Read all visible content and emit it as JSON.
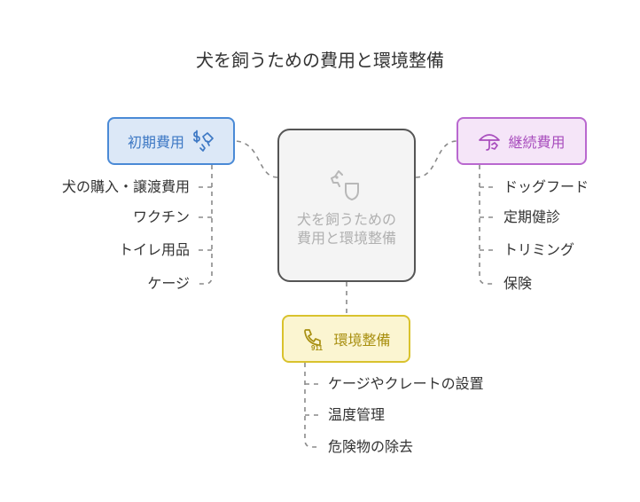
{
  "title": "犬を飼うための費用と環境整備",
  "center": {
    "label": "犬を飼うための費用と環境整備",
    "icon": "dog-icon"
  },
  "branches": {
    "initial_cost": {
      "label": "初期費用",
      "icon": "money-hand-icon",
      "color": "#4a8ad6",
      "items": [
        "犬の購入・譲渡費用",
        "ワクチン",
        "トイレ用品",
        "ケージ"
      ]
    },
    "ongoing_cost": {
      "label": "継続費用",
      "icon": "umbrella-hand-icon",
      "color": "#b968cf",
      "items": [
        "ドッグフード",
        "定期健診",
        "トリミング",
        "保険"
      ]
    },
    "environment": {
      "label": "環境整備",
      "icon": "phone-911-icon",
      "icon_text": "911",
      "color": "#d9c22d",
      "items": [
        "ケージやクレートの設置",
        "温度管理",
        "危険物の除去"
      ]
    }
  }
}
